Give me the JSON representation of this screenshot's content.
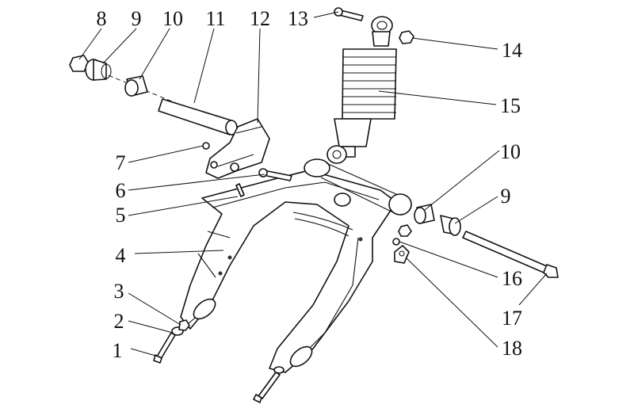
{
  "callouts": [
    {
      "id": "c1",
      "text": "1"
    },
    {
      "id": "c2",
      "text": "2"
    },
    {
      "id": "c3",
      "text": "3"
    },
    {
      "id": "c4",
      "text": "4"
    },
    {
      "id": "c5",
      "text": "5"
    },
    {
      "id": "c6",
      "text": "6"
    },
    {
      "id": "c7",
      "text": "7"
    },
    {
      "id": "c8",
      "text": "8"
    },
    {
      "id": "c9a",
      "text": "9"
    },
    {
      "id": "c10a",
      "text": "10"
    },
    {
      "id": "c11",
      "text": "11"
    },
    {
      "id": "c12",
      "text": "12"
    },
    {
      "id": "c13",
      "text": "13"
    },
    {
      "id": "c14",
      "text": "14"
    },
    {
      "id": "c15",
      "text": "15"
    },
    {
      "id": "c10b",
      "text": "10"
    },
    {
      "id": "c9b",
      "text": "9"
    },
    {
      "id": "c16",
      "text": "16"
    },
    {
      "id": "c17",
      "text": "17"
    },
    {
      "id": "c18",
      "text": "18"
    }
  ]
}
